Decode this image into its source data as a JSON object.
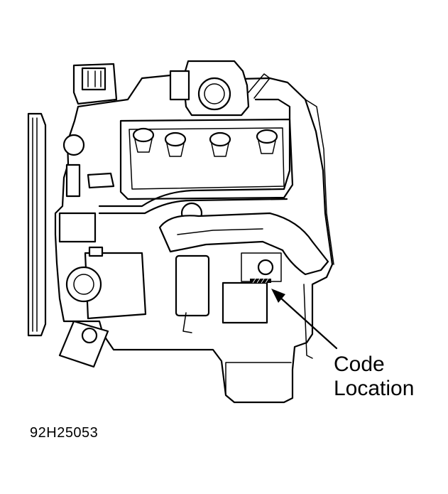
{
  "figure": {
    "callout_line1": "Code",
    "callout_line2": "Location",
    "figure_id": "92H25053"
  }
}
